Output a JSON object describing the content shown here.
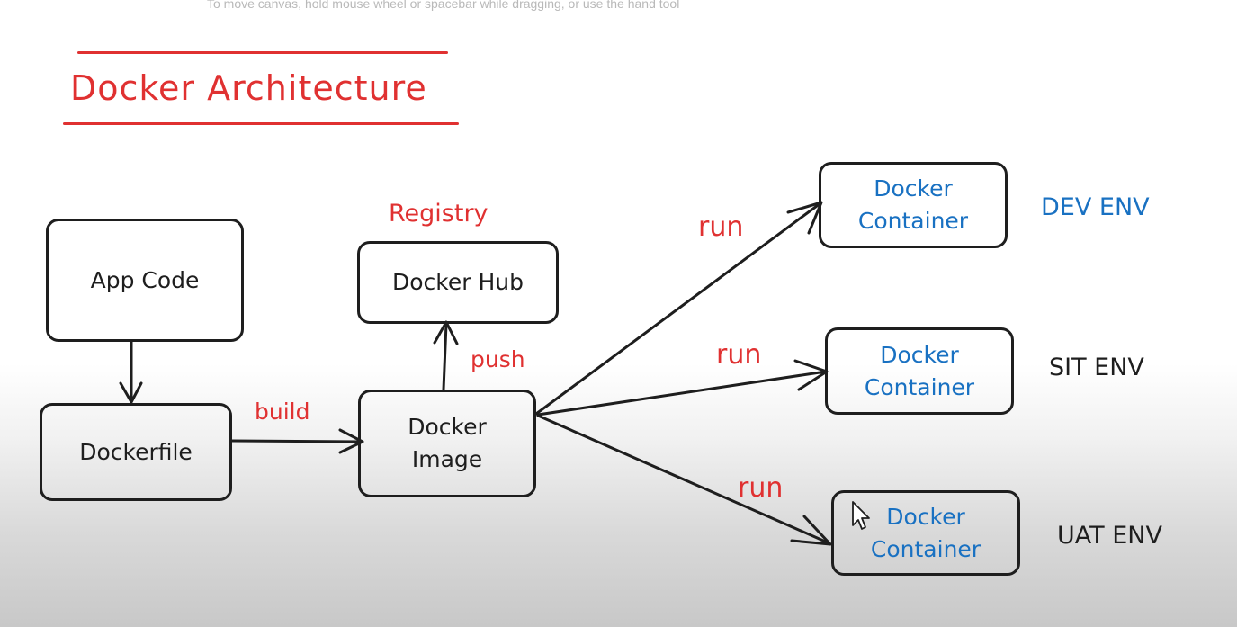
{
  "hint": "To move canvas, hold mouse wheel or spacebar while dragging, or use the hand tool",
  "title": "Docker Architecture",
  "nodes": {
    "app_code": "App Code",
    "dockerfile": "Dockerfile",
    "docker_image_line1": "Docker",
    "docker_image_line2": "Image",
    "docker_hub": "Docker Hub",
    "container_dev_line1": "Docker",
    "container_dev_line2": "Container",
    "container_sit_line1": "Docker",
    "container_sit_line2": "Container",
    "container_uat_line1": "Docker",
    "container_uat_line2": "Container"
  },
  "labels": {
    "registry": "Registry",
    "build": "build",
    "push": "push",
    "run_dev": "run",
    "run_sit": "run",
    "run_uat": "run"
  },
  "environments": {
    "dev": "DEV ENV",
    "sit": "SIT ENV",
    "uat": "UAT ENV"
  },
  "colors": {
    "accent_red": "#e03131",
    "accent_blue": "#1971c2",
    "stroke": "#1e1e1e"
  }
}
